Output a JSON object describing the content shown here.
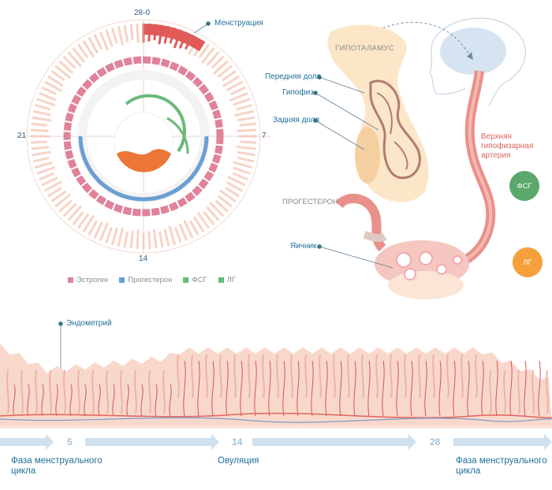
{
  "cycle_wheel": {
    "top_label": "28-0",
    "right_label": "7",
    "bottom_label": "14",
    "left_label": "21",
    "menstruation_label": "Менструация"
  },
  "legend": [
    {
      "label": "Эстроген",
      "color": "#e0839a"
    },
    {
      "label": "Прогестерон",
      "color": "#6a9fd3"
    },
    {
      "label": "ФСГ",
      "color": "#6bb97a"
    },
    {
      "label": "ЛГ",
      "color": "#6bb97a"
    }
  ],
  "anatomy": {
    "hypothalamus": "ГИПОТАЛАМУС",
    "anterior_lobe": "Передняя доля",
    "pituitary": "Гипофиз",
    "posterior_lobe": "Задняя доля",
    "progesterone": "ПРОГЕСТЕРОН",
    "ovary": "Яичник",
    "artery": "Верхняя\nгипофизарная\nартерия",
    "fsh_badge": "ФСГ",
    "lh_badge": "ЛГ"
  },
  "endometrium": {
    "label": "Эндометрий"
  },
  "timeline": {
    "marks": [
      "5",
      "14",
      "28"
    ],
    "phase_left": "Фаза менструального\nцикла",
    "ovulation": "Овуляция",
    "phase_right": "Фаза менструального\nцикла"
  },
  "colors": {
    "estrogen": "#e0839a",
    "progesterone": "#6a9fd3",
    "fsh": "#6bb97a",
    "lh_badge": "#f5a03a",
    "menstruation": "#e05a5a",
    "endometrium_fill": "#f9d8cc",
    "artery": "#e0645f"
  }
}
